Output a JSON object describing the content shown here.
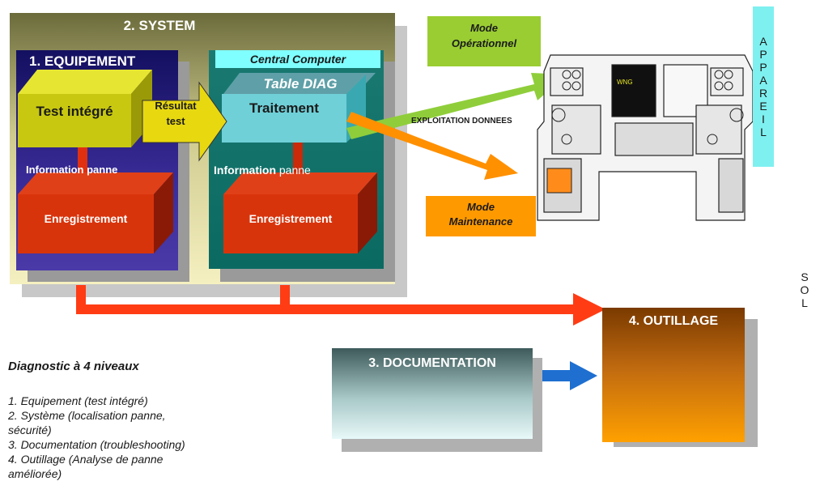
{
  "system": {
    "title": "2. SYSTEM"
  },
  "equipement": {
    "title": "1. EQUIPEMENT",
    "test_label": "Test intégré",
    "info_label": "Information panne",
    "record_label": "Enregistrement"
  },
  "result_arrow": {
    "line1": "Résultat",
    "line2": "test"
  },
  "computer": {
    "header": "Central Computer",
    "table": "Table DIAG",
    "treatment": "Traitement",
    "info_bold": "Information",
    "info_normal": "panne",
    "record_label": "Enregistrement"
  },
  "modes": {
    "operational_line1": "Mode",
    "operational_line2": "Opérationnel",
    "maintenance_line1": "Mode",
    "maintenance_line2": "Maintenance"
  },
  "exploitation": "EXPLOITATION DONNEES",
  "cockpit": {
    "warning": "WNG"
  },
  "appareil_letters": [
    "A",
    "P",
    "P",
    "A",
    "R",
    "E",
    "I",
    "L"
  ],
  "sol_letters": [
    "S",
    "O",
    "L"
  ],
  "documentation": {
    "title": "3. DOCUMENTATION"
  },
  "outillage": {
    "title": "4. OUTILLAGE"
  },
  "legend": {
    "title": "Diagnostic à  4 niveaux",
    "items": [
      "1. Equipement (test intégré)",
      "2. Système (localisation panne,",
      "sécurité)",
      "3. Documentation (troubleshooting)",
      "4. Outillage (Analyse de panne",
      "améliorée)"
    ]
  },
  "colors": {
    "system_bg": "#f5f0c0",
    "equipement_bg": "#2b1f7a",
    "computer_bg": "#0f7a72",
    "test_box": "#c8c810",
    "treatment_box": "#6fd0d8",
    "record_box": "#d8340c",
    "mode_op": "#9acd32",
    "mode_maint": "#ff9900",
    "arrow_red": "#ff3c14",
    "arrow_blue": "#1e6fd0",
    "outillage_top": "#7a3a00",
    "outillage_bottom": "#ffa000",
    "appareil_bg": "#7ff0f0"
  }
}
